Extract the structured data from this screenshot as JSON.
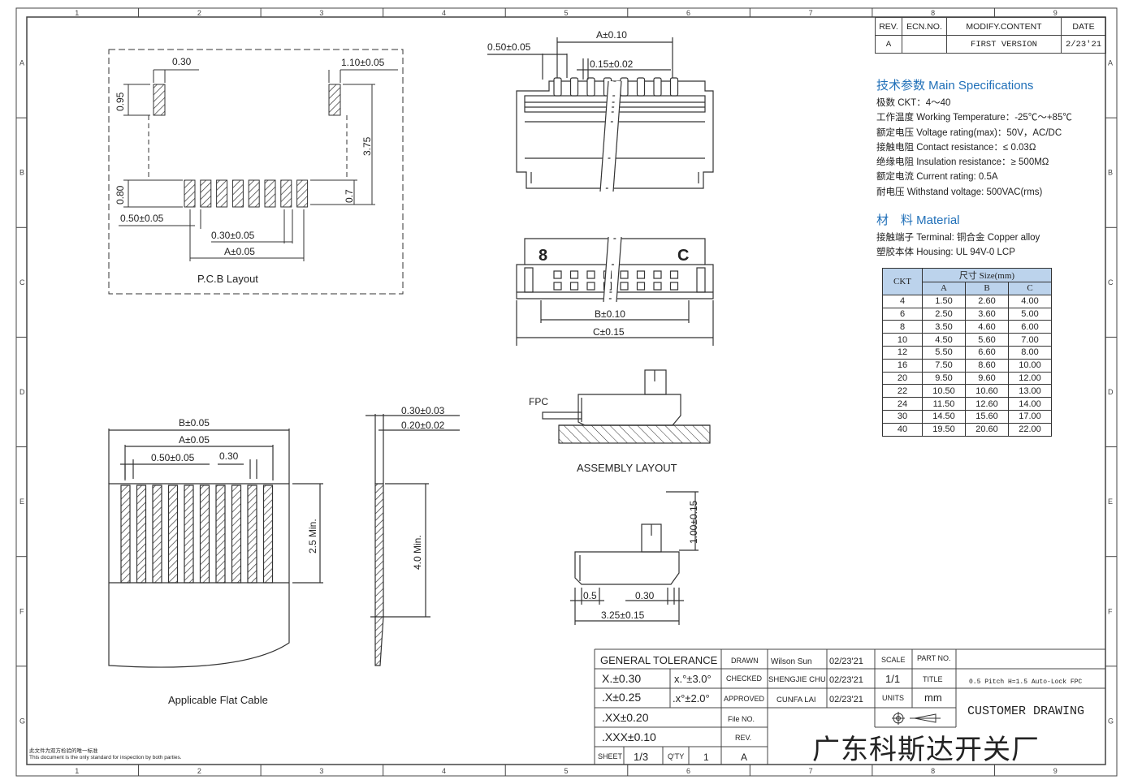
{
  "border": {
    "columns": [
      "1",
      "2",
      "3",
      "4",
      "5",
      "6",
      "7",
      "8",
      "9"
    ],
    "rows": [
      "A",
      "B",
      "C",
      "D",
      "E",
      "F",
      "G"
    ]
  },
  "revision_table": {
    "headers": [
      "REV.",
      "ECN.NO.",
      "MODIFY.CONTENT",
      "DATE"
    ],
    "row": [
      "A",
      "",
      "FIRST VERSION",
      "2/23'21"
    ]
  },
  "specs": {
    "title": "技术参数 Main Specifications",
    "items": [
      "极数 CKT：4～40",
      "工作温度 Working Temperature：-25℃～+85℃",
      "额定电压 Voltage rating(max)：50V，AC/DC",
      "接触电阻 Contact resistance：≤ 0.03Ω",
      "绝缘电阻 Insulation resistance：≥ 500MΩ",
      "额定电流 Current rating: 0.5A",
      "耐电压 Withstand voltage: 500VAC(rms)"
    ]
  },
  "material": {
    "title": "材　料 Material",
    "items": [
      "接触端子 Terminal: 铜合金 Copper alloy",
      "塑胶本体 Housing: UL 94V-0 LCP"
    ]
  },
  "size_table": {
    "header_ckt": "CKT",
    "header_group": "尺寸 Size(mm)",
    "cols": [
      "A",
      "B",
      "C"
    ],
    "rows": [
      [
        "4",
        "1.50",
        "2.60",
        "4.00"
      ],
      [
        "6",
        "2.50",
        "3.60",
        "5.00"
      ],
      [
        "8",
        "3.50",
        "4.60",
        "6.00"
      ],
      [
        "10",
        "4.50",
        "5.60",
        "7.00"
      ],
      [
        "12",
        "5.50",
        "6.60",
        "8.00"
      ],
      [
        "16",
        "7.50",
        "8.60",
        "10.00"
      ],
      [
        "20",
        "9.50",
        "9.60",
        "12.00"
      ],
      [
        "22",
        "10.50",
        "10.60",
        "13.00"
      ],
      [
        "24",
        "11.50",
        "12.60",
        "14.00"
      ],
      [
        "30",
        "14.50",
        "15.60",
        "17.00"
      ],
      [
        "40",
        "19.50",
        "20.60",
        "22.00"
      ]
    ]
  },
  "pcb": {
    "caption": "P.C.B Layout",
    "d_030": "0.30",
    "d_110": "1.10±0.05",
    "d_095": "0.95",
    "d_375": "3.75",
    "d_080": "0.80",
    "d_07": "0.7",
    "d_050": "0.50±0.05",
    "d_030b": "0.30±0.05",
    "d_A": "A±0.05"
  },
  "top_view": {
    "d_050": "0.50±0.05",
    "d_A": "A±0.10",
    "d_015": "0.15±0.02"
  },
  "front_view": {
    "mark_left": "8",
    "mark_right": "C",
    "d_B": "B±0.10",
    "d_C": "C±0.15"
  },
  "assembly": {
    "fpc": "FPC",
    "caption": "ASSEMBLY LAYOUT"
  },
  "side_view": {
    "d_100": "1.00±0.15",
    "d_05": "0.5",
    "d_030": "0.30",
    "d_325": "3.25±0.15"
  },
  "cable": {
    "caption": "Applicable Flat Cable",
    "d_B": "B±0.05",
    "d_A": "A±0.05",
    "d_050": "0.50±0.05",
    "d_030": "0.30",
    "d_25": "2.5 Min."
  },
  "cable_side": {
    "d_030": "0.30±0.03",
    "d_020": "0.20±0.02",
    "d_40": "4.0 Min."
  },
  "title_block": {
    "general_tolerance": "GENERAL  TOLERANCE",
    "tol_x": "X.±0.30",
    "tol_ang1": "x.°±3.0°",
    "tol_xx": ".X±0.25",
    "tol_ang2": ".x°±2.0°",
    "tol_xxx": ".XX±0.20",
    "tol_xxxx": ".XXX±0.10",
    "drawn_label": "DRAWN",
    "drawn_name": "Wilson Sun",
    "drawn_date": "02/23'21",
    "checked_label": "CHECKED",
    "checked_name": "SHENGJIE CHU",
    "checked_date": "02/23'21",
    "approved_label": "APPROVED",
    "approved_name": "CUNFA LAI",
    "approved_date": "02/23'21",
    "file_label": "File NO.",
    "rev_label": "REV.",
    "rev_value": "A",
    "scale_label": "SCALE",
    "scale_value": "1/1",
    "units_label": "UNITS",
    "units_value": "mm",
    "part_label": "PART NO.",
    "title_label": "TITLE",
    "title_value": "0.5 Pitch H=1.5 Auto-Lock FPC",
    "customer": "CUSTOMER DRAWING",
    "sheet_label": "SHEET",
    "sheet_value": "1/3",
    "qty_label": "Q'TY",
    "qty_value": "1"
  },
  "company": "广东科斯达开关厂",
  "footnote": [
    "此文件为双方检验的唯一标准",
    "This document is the only standard for inspection by both parties."
  ]
}
